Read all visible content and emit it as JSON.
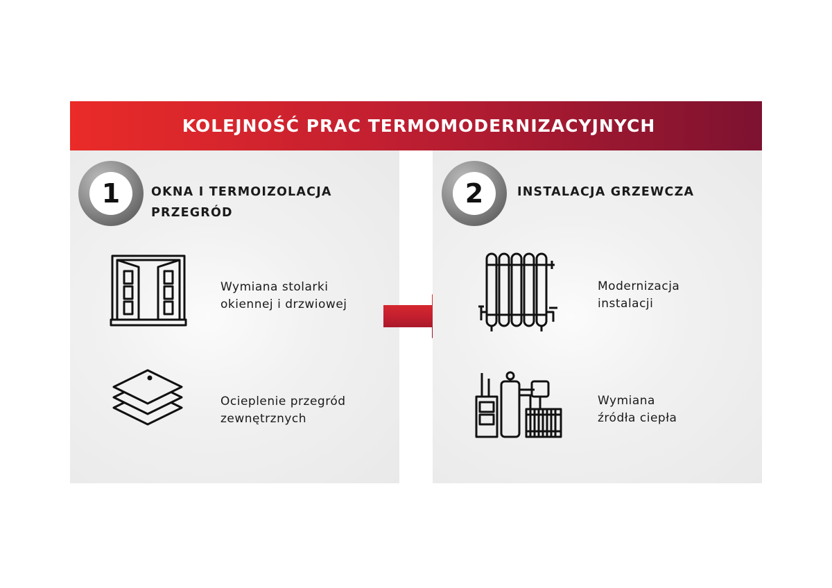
{
  "title": "KOLEJNOŚĆ PRAC TERMOMODERNIZACYJNYCH",
  "colors": {
    "header_start": "#ea2b28",
    "header_end": "#7d1230",
    "arrow": "#c41f2f",
    "panel": "#eeeeee"
  },
  "steps": [
    {
      "number": "1",
      "title": "OKNA I TERMOIZOLACJA\nPRZEGRÓD",
      "items": [
        {
          "icon": "window-icon",
          "text": "Wymiana stolarki\nokiennej i drzwiowej"
        },
        {
          "icon": "layers-icon",
          "text": "Ocieplenie przegród\nzewnętrznych"
        }
      ]
    },
    {
      "number": "2",
      "title": "INSTALACJA GRZEWCZA",
      "items": [
        {
          "icon": "radiator-icon",
          "text": "Modernizacja\ninstalacji"
        },
        {
          "icon": "boiler-icon",
          "text": "Wymiana\nźródła ciepła"
        }
      ]
    }
  ]
}
